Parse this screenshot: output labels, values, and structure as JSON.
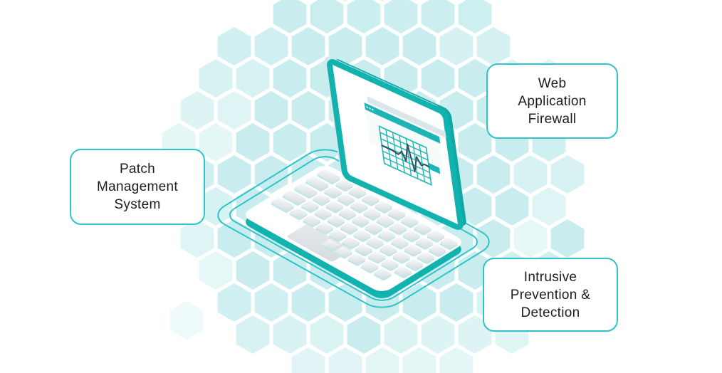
{
  "cards": [
    {
      "id": "waf",
      "lines": [
        "Web",
        "Application",
        "Firewall"
      ]
    },
    {
      "id": "pms",
      "lines": [
        "Patch",
        "Management",
        "System"
      ]
    },
    {
      "id": "ipd",
      "lines": [
        "Intrusive",
        "Prevention &",
        "Detection"
      ]
    }
  ],
  "colors": {
    "accent": "#12b2af",
    "accent_dark": "#0fa8a4",
    "accent_border": "#2fc4c9",
    "hex_fill": "#c9edee",
    "screen_bar": "#1cb4b4",
    "grid_line": "#1fb7b4",
    "chart_line": "#31525f"
  }
}
